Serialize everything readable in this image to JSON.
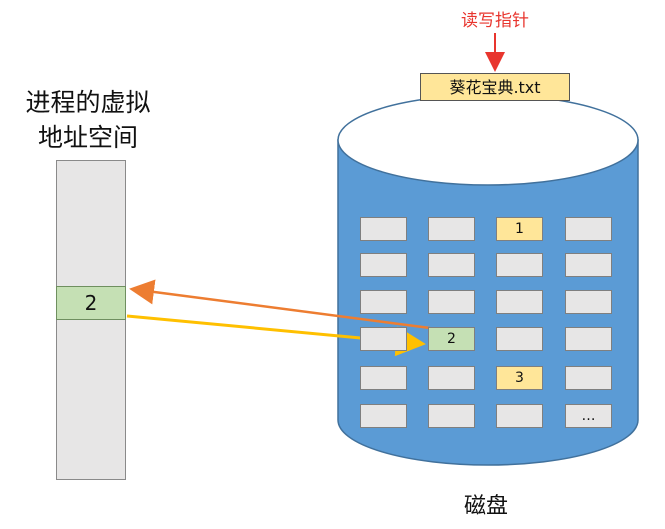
{
  "pointer": {
    "label": "读写指针"
  },
  "file": {
    "name": "葵花宝典.txt"
  },
  "vas": {
    "title_line1": "进程的虚拟",
    "title_line2": "地址空间",
    "cell_value": "2"
  },
  "disk": {
    "label": "磁盘",
    "blocks": [
      [
        "",
        "",
        "1",
        ""
      ],
      [
        "",
        "",
        "",
        ""
      ],
      [
        "",
        "",
        "",
        ""
      ],
      [
        "",
        "2",
        "",
        ""
      ],
      [
        "",
        "",
        "3",
        ""
      ],
      [
        "",
        "",
        "",
        "…"
      ]
    ],
    "highlight": [
      [
        "",
        "",
        "yellow",
        ""
      ],
      [
        "",
        "",
        "",
        ""
      ],
      [
        "",
        "",
        "",
        ""
      ],
      [
        "",
        "green",
        "",
        ""
      ],
      [
        "",
        "",
        "yellow",
        ""
      ],
      [
        "",
        "",
        "",
        ""
      ]
    ]
  },
  "colors": {
    "disk_fill": "#5b9bd5",
    "disk_stroke": "#41719c",
    "pointer_color": "#e8352e",
    "arrow_to_vas": "#ed7d31",
    "arrow_to_disk": "#ffc000"
  }
}
